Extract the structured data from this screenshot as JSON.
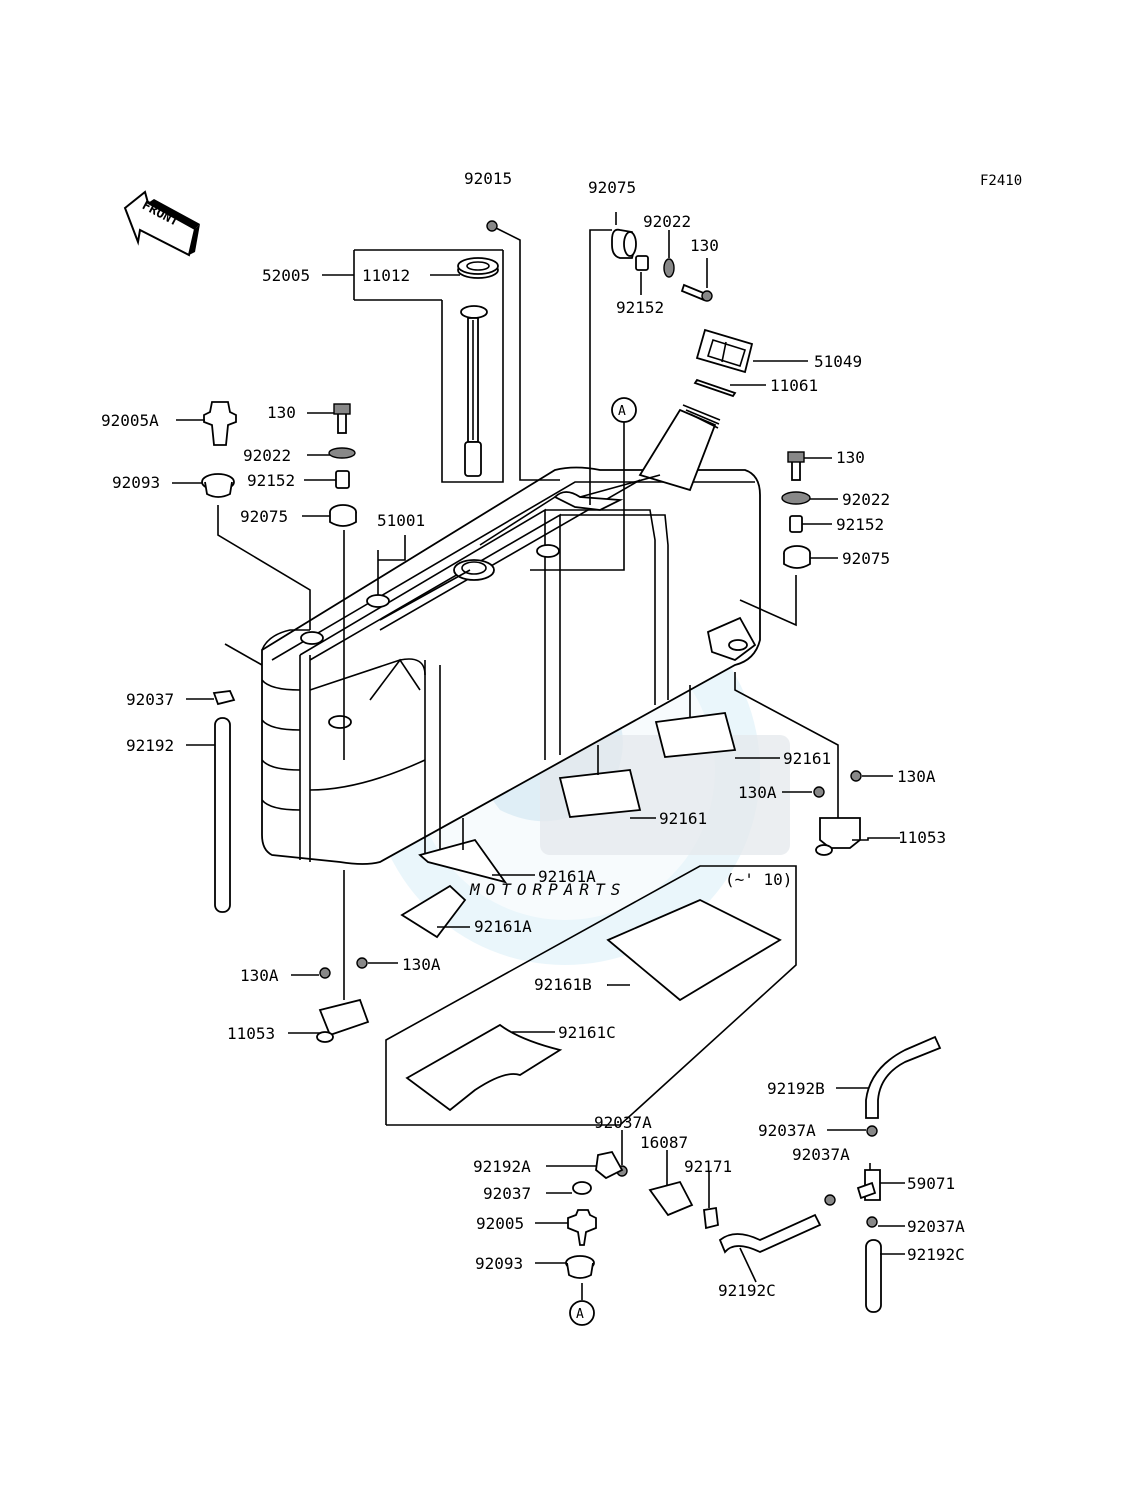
{
  "diagram": {
    "figure_code": "F2410",
    "front_marker": "FRONT",
    "ref_marker": "A",
    "watermark": "MOTORPARTS",
    "group_note": "(~' 10)"
  },
  "labels": {
    "p92015": "92015",
    "p92075_top": "92075",
    "p92022_top": "92022",
    "p130_top": "130",
    "p92152_top": "92152",
    "p52005": "52005",
    "p11012": "11012",
    "p51049": "51049",
    "p11061": "11061",
    "p92005A": "92005A",
    "p130_left": "130",
    "p92022_left": "92022",
    "p92093_left": "92093",
    "p92152_left": "92152",
    "p92075_left": "92075",
    "p51001": "51001",
    "p130_right": "130",
    "p92022_right": "92022",
    "p92152_right": "92152",
    "p92075_right": "92075",
    "p92037": "92037",
    "p92192": "92192",
    "p92161_right": "92161",
    "p130A_r1": "130A",
    "p130A_r2": "130A",
    "p11053_right": "11053",
    "p92161_mid": "92161",
    "p92161A_1": "92161A",
    "p92161A_2": "92161A",
    "p92161B": "92161B",
    "p92161C": "92161C",
    "p130A_l1": "130A",
    "p130A_l2": "130A",
    "p11053_left": "11053",
    "p92192B": "92192B",
    "p92037A_1": "92037A",
    "p16087": "16087",
    "p92171": "92171",
    "p92037A_2": "92037A",
    "p92037A_3": "92037A",
    "p59071": "59071",
    "p92192A": "92192A",
    "p92037_b": "92037",
    "p92005": "92005",
    "p92093_b": "92093",
    "p92037A_4": "92037A",
    "p92192C_1": "92192C",
    "p92192C_2": "92192C"
  }
}
